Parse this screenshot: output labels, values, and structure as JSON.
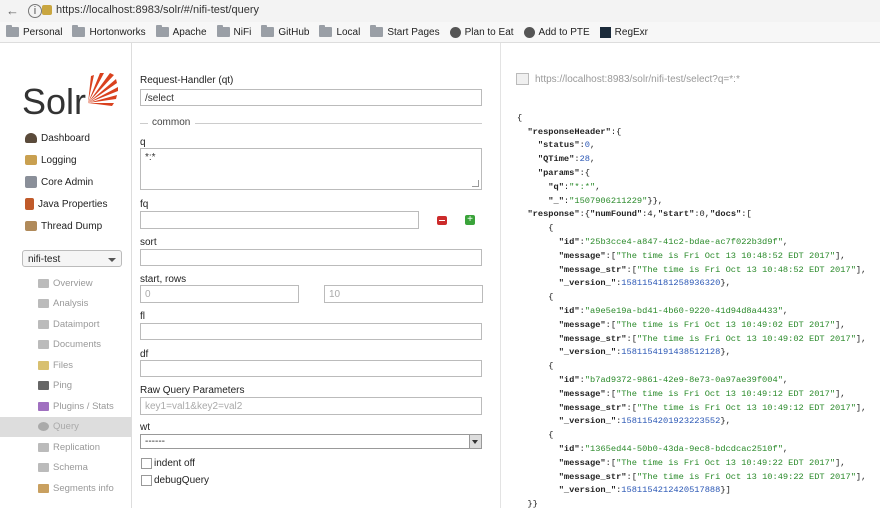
{
  "browser": {
    "url": "https://localhost:8983/solr/#/nifi-test/query",
    "bookmarks": [
      "Personal",
      "Hortonworks",
      "Apache",
      "NiFi",
      "GitHub",
      "Local",
      "Start Pages",
      "Plan to Eat",
      "Add to PTE",
      "RegExr"
    ]
  },
  "sidebar": {
    "logo_text": "Solr",
    "menu": [
      "Dashboard",
      "Logging",
      "Core Admin",
      "Java Properties",
      "Thread Dump"
    ],
    "core_selected": "nifi-test",
    "core_menu": [
      "Overview",
      "Analysis",
      "Dataimport",
      "Documents",
      "Files",
      "Ping",
      "Plugins / Stats",
      "Query",
      "Replication",
      "Schema",
      "Segments info"
    ]
  },
  "form": {
    "request_handler_label": "Request-Handler (qt)",
    "request_handler_value": "/select",
    "common_legend": "common",
    "q_label": "q",
    "q_value": "*:*",
    "fq_label": "fq",
    "sort_label": "sort",
    "start_rows_label": "start, rows",
    "start_placeholder": "0",
    "rows_placeholder": "10",
    "fl_label": "fl",
    "df_label": "df",
    "raw_label": "Raw Query Parameters",
    "raw_placeholder": "key1=val1&key2=val2",
    "wt_label": "wt",
    "wt_value": "------",
    "indent_label": "indent off",
    "debug_label": "debugQuery"
  },
  "result": {
    "request_url": "https://localhost:8983/solr/nifi-test/select?q=*:*",
    "status": 0,
    "qtime": 28,
    "param_q": "*:*",
    "param_ts": "1507906211229",
    "num_found": 4,
    "start": 0,
    "docs": [
      {
        "id": "25b3cce4-a847-41c2-bdae-ac7f022b3d9f",
        "message": "The time is Fri Oct 13 10:48:52 EDT 2017",
        "version": "1581154181258936320"
      },
      {
        "id": "a9e5e19a-bd41-4b60-9220-41d94d8a4433",
        "message": "The time is Fri Oct 13 10:49:02 EDT 2017",
        "version": "1581154191438512128"
      },
      {
        "id": "b7ad9372-9861-42e9-8e73-0a97ae39f004",
        "message": "The time is Fri Oct 13 10:49:12 EDT 2017",
        "version": "1581154201923223552"
      },
      {
        "id": "1365ed44-50b0-43da-9ec8-bdcdcac2510f",
        "message": "The time is Fri Oct 13 10:49:22 EDT 2017",
        "version": "1581154212420517888"
      }
    ]
  },
  "colors": {
    "accent": "#d9411e",
    "string": "#2a8a2a",
    "number": "#2a57b5"
  }
}
